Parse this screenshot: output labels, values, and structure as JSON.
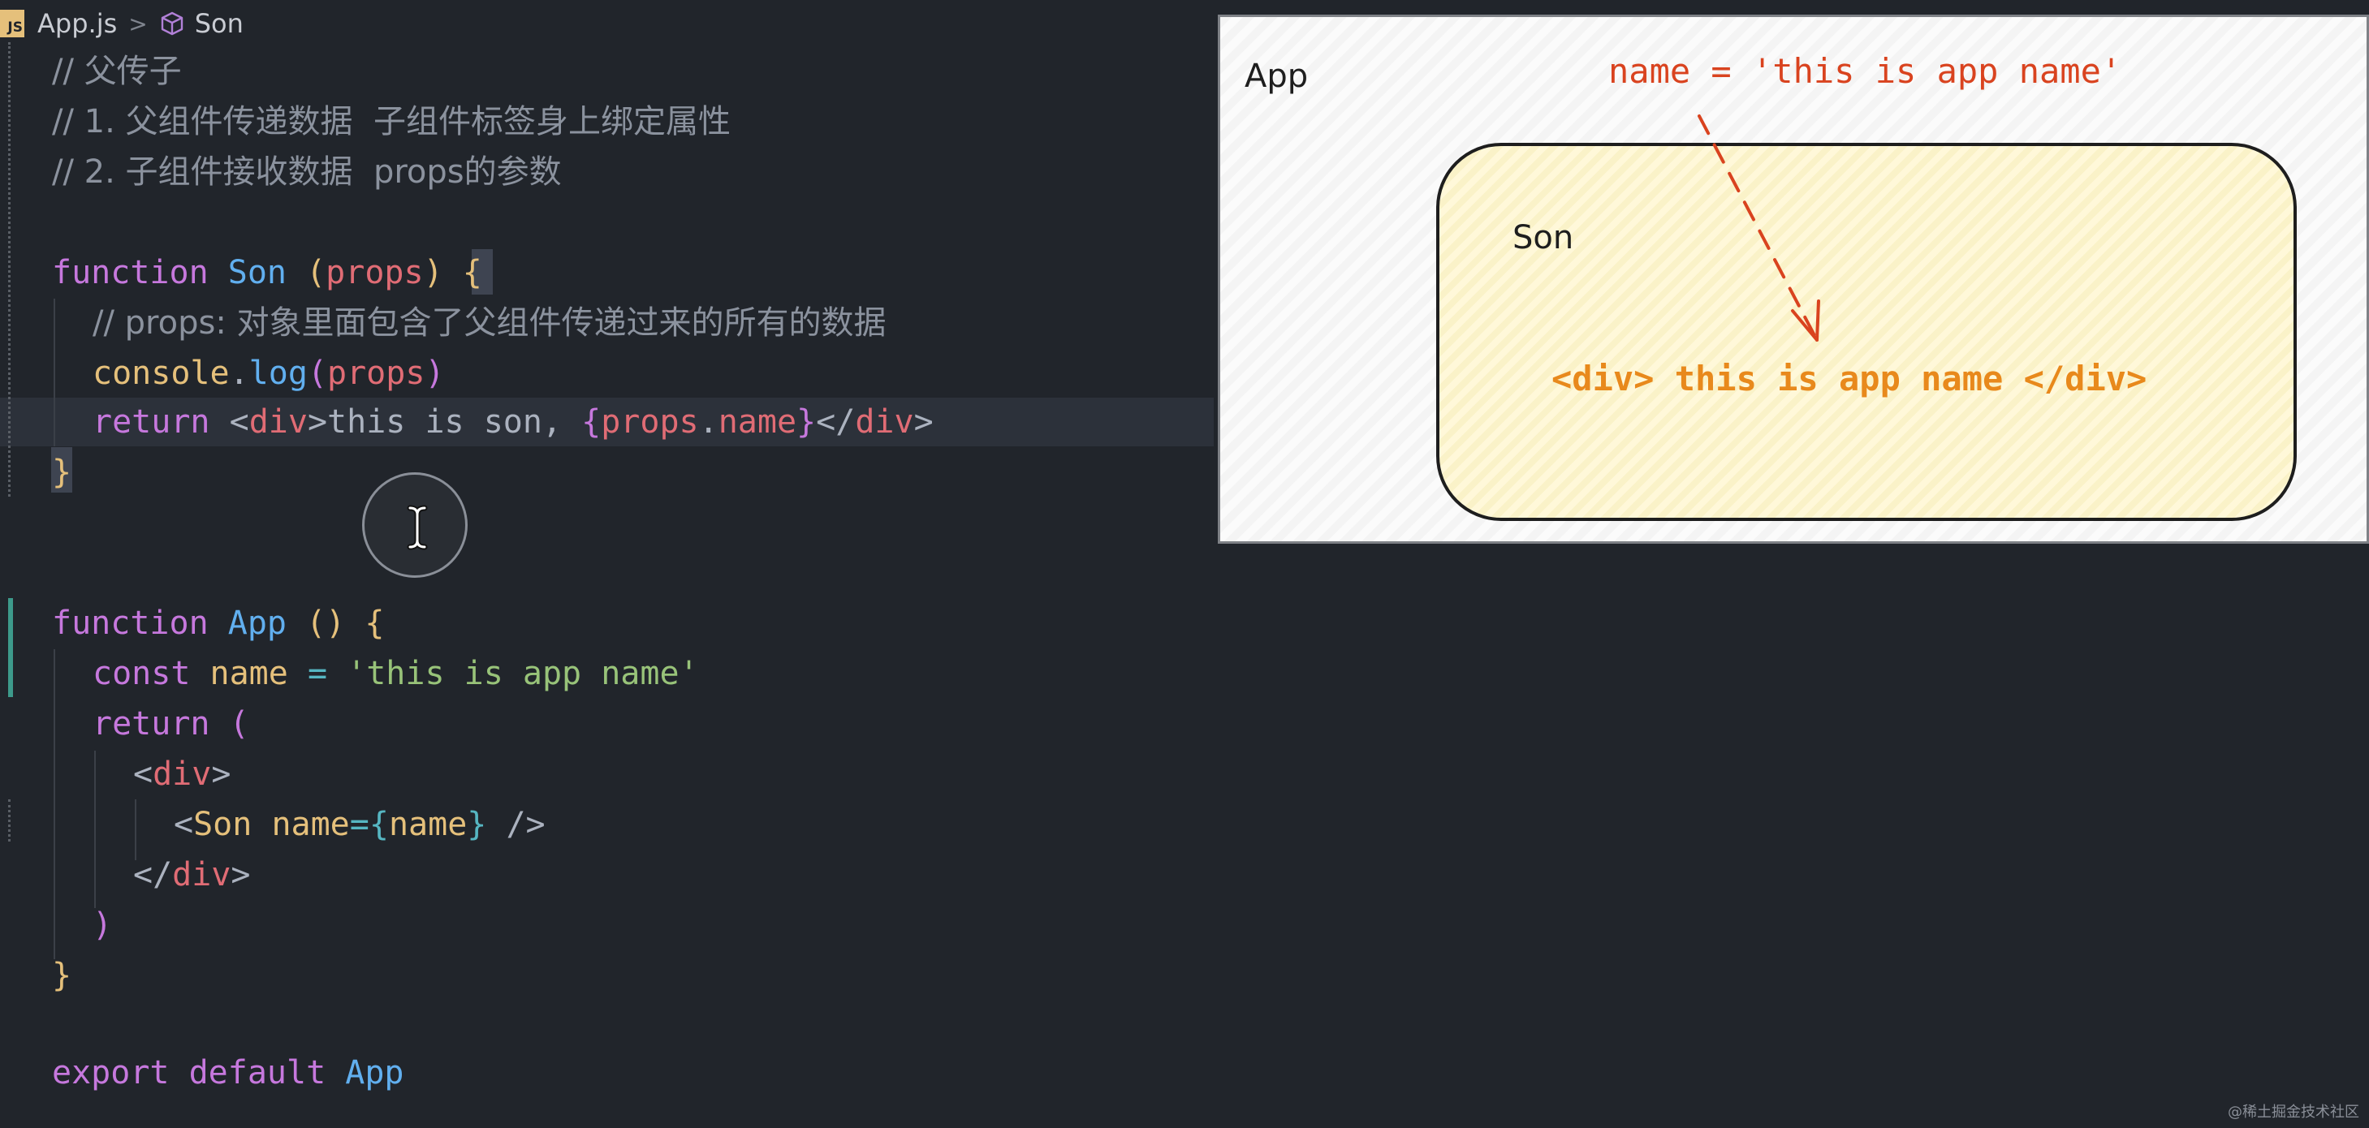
{
  "breadcrumb": {
    "file_icon": "JS",
    "file": "App.js",
    "separator": ">",
    "symbol": "Son"
  },
  "code": {
    "c1": "// 父传子",
    "c2": "// 1. 父组件传递数据  子组件标签身上绑定属性",
    "c3": "// 2. 子组件接收数据  props的参数",
    "son_fn": {
      "kw": "function",
      "name": "Son",
      "p1": " (",
      "param": "props",
      "p2": ")",
      "brace": "{"
    },
    "son_comment": "// props: 对象里面包含了父组件传递过来的所有的数据",
    "son_log": {
      "obj": "console",
      "dot": ".",
      "method": "log",
      "p1": "(",
      "param": "props",
      "p2": ")"
    },
    "son_return": {
      "kw": "return",
      "lt": "<",
      "tag": "div",
      "gt": ">",
      "text": "this is son, ",
      "b1": "{",
      "expr": "props",
      "dot": ".",
      "prop": "name",
      "b2": "}",
      "close_lt": "</",
      "close_tag": "div",
      "close_gt": ">"
    },
    "son_close": "}",
    "app_fn": {
      "kw": "function",
      "name": "App",
      "parens": " ()",
      "brace": "{"
    },
    "app_const": {
      "kw": "const",
      "var": "name",
      "eq": "=",
      "str": "'this is app name'"
    },
    "app_return": {
      "kw": "return",
      "paren": "("
    },
    "app_div_open": {
      "lt": "<",
      "tag": "div",
      "gt": ">"
    },
    "app_son": {
      "lt": "<",
      "tag": "Son",
      "attr": "name",
      "eq": "=",
      "b1": "{",
      "val": "name",
      "b2": "}",
      "end": "/>"
    },
    "app_div_close": {
      "lt": "</",
      "tag": "div",
      "gt": ">"
    },
    "app_paren_close": ")",
    "app_close": "}",
    "export": {
      "kw1": "export",
      "kw2": "default",
      "name": "App"
    }
  },
  "diagram": {
    "app_label": "App",
    "name_assign": "name = 'this is app name'",
    "son_label": "Son",
    "output": "<div> this is app name </div>"
  },
  "watermark": "@稀土掘金技术社区",
  "colors": {
    "background": "#21252b",
    "keyword": "#c678dd",
    "function": "#61afef",
    "string": "#98c379",
    "tag": "#e06c75",
    "diagram_red": "#d9431f",
    "diagram_orange": "#e8891c"
  }
}
